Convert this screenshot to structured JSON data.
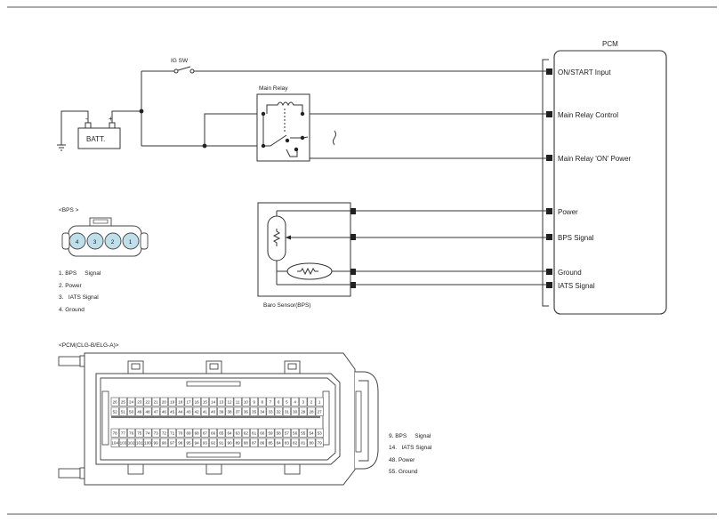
{
  "pcm": {
    "title": "PCM",
    "pins": [
      "ON/START Input",
      "Main Relay Control",
      "Main Relay 'ON' Power",
      "Power",
      "BPS Signal",
      "Ground",
      "IATS Signal"
    ]
  },
  "ig_switch": {
    "label": "IG SW"
  },
  "battery": {
    "label": "BATT."
  },
  "main_relay": {
    "label": "Main Relay"
  },
  "baro_sensor": {
    "label": "Baro Sensor(BPS)"
  },
  "bps_connector": {
    "title": "<BPS  >",
    "pin_numbers": [
      "4",
      "3",
      "2",
      "1"
    ],
    "pin_list": [
      "1. BPS     Signal",
      "2. Power",
      "3.   IATS Signal",
      "4. Ground"
    ]
  },
  "pcm_connector": {
    "title": "<PCM(CLG-B/ELG-A)>",
    "row1": [
      "26",
      "25",
      "24",
      "23",
      "22",
      "21",
      "20",
      "19",
      "18",
      "17",
      "16",
      "15",
      "14",
      "13",
      "12",
      "11",
      "10",
      "9",
      "8",
      "7",
      "6",
      "5",
      "4",
      "3",
      "2",
      "1"
    ],
    "row2": [
      "52",
      "51",
      "50",
      "49",
      "48",
      "47",
      "46",
      "45",
      "44",
      "43",
      "42",
      "41",
      "40",
      "39",
      "38",
      "37",
      "36",
      "35",
      "34",
      "33",
      "32",
      "31",
      "30",
      "29",
      "28",
      "27"
    ],
    "row3": [
      "78",
      "77",
      "76",
      "75",
      "74",
      "73",
      "72",
      "71",
      "70",
      "69",
      "68",
      "67",
      "66",
      "65",
      "64",
      "63",
      "62",
      "61",
      "60",
      "59",
      "58",
      "57",
      "56",
      "55",
      "54",
      "53"
    ],
    "row4": [
      "104",
      "103",
      "102",
      "101",
      "100",
      "99",
      "98",
      "97",
      "96",
      "95",
      "94",
      "93",
      "92",
      "91",
      "90",
      "89",
      "88",
      "87",
      "86",
      "85",
      "84",
      "83",
      "82",
      "81",
      "80",
      "79"
    ],
    "pin_list": [
      "9. BPS     Signal",
      "14.   IATS Signal",
      "48. Power",
      "55. Ground"
    ]
  }
}
